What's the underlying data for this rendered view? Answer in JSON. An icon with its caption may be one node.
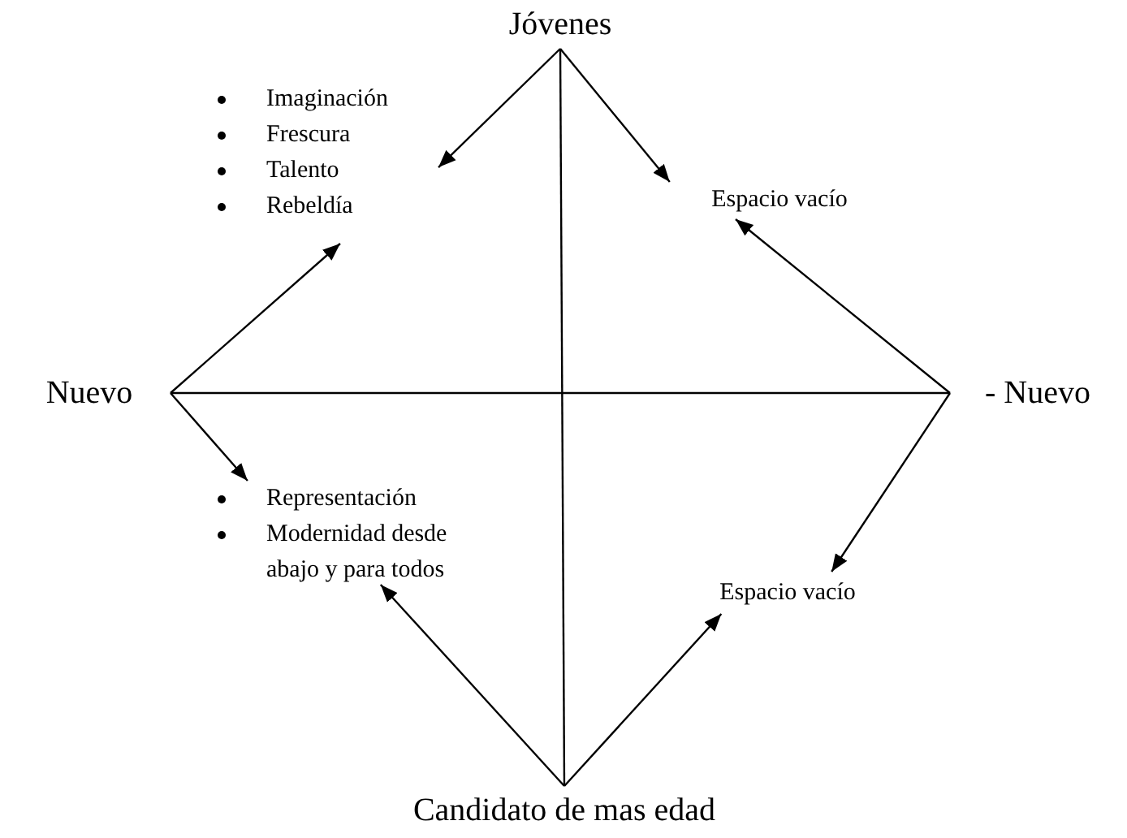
{
  "diagram": {
    "nodes": [
      {
        "text": [
          "Jóvenes"
        ]
      },
      {
        "text": [
          "Nuevo"
        ]
      },
      {
        "text": [
          "- Nuevo"
        ]
      },
      {
        "text": [
          "Candidato de mas edad"
        ]
      },
      {
        "text": [
          "Imaginación",
          "Frescura",
          "Talento",
          "Rebeldía"
        ]
      },
      {
        "text": [
          "Espacio vacío"
        ]
      },
      {
        "text": [
          "Representación",
          "Modernidad desde abajo y para todos"
        ]
      },
      {
        "text": [
          "Espacio vacío"
        ]
      }
    ],
    "edges": [
      {
        "from": 0,
        "to": 4,
        "arrow": "to"
      },
      {
        "from": 0,
        "to": 5,
        "arrow": "to"
      },
      {
        "from": 1,
        "to": 4,
        "arrow": "to"
      },
      {
        "from": 1,
        "to": 6,
        "arrow": "to"
      },
      {
        "from": 2,
        "to": 5,
        "arrow": "to"
      },
      {
        "from": 2,
        "to": 7,
        "arrow": "to"
      },
      {
        "from": 3,
        "to": 6,
        "arrow": "to"
      },
      {
        "from": 3,
        "to": 7,
        "arrow": "to"
      },
      {
        "from": 0,
        "to": 3,
        "arrow": "none"
      },
      {
        "from": 1,
        "to": 2,
        "arrow": "none"
      }
    ]
  }
}
